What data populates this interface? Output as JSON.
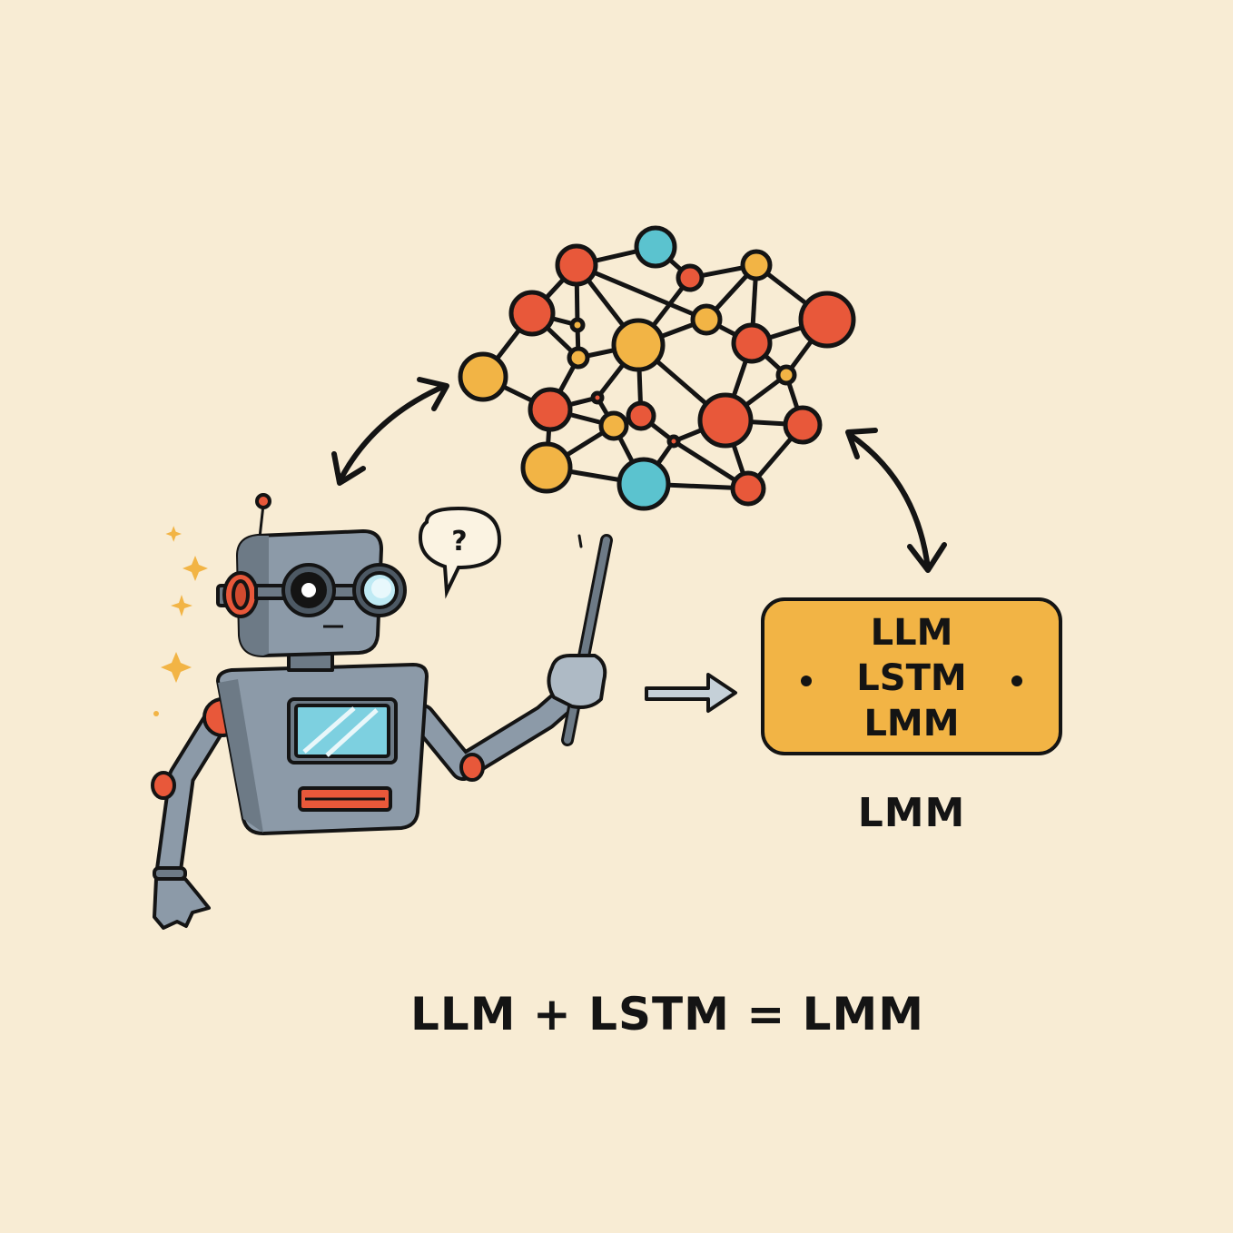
{
  "diagram": {
    "background_color": "#f8ecd4",
    "colors": {
      "node_red": "#e8583a",
      "node_yellow": "#f2b445",
      "node_teal": "#5bc3cf",
      "robot_gray": "#8c9aa8",
      "accent_orange": "#e8583a",
      "outline": "#141414",
      "box_fill": "#f2b445"
    },
    "speech_bubble": {
      "text": "?"
    },
    "model_box": {
      "lines": [
        "LLM",
        "LSTM",
        "LMM"
      ],
      "caption": "LMM"
    },
    "equation": "LLM + LSTM = LMM",
    "icons": {
      "robot": "robot-icon",
      "network": "neural-network-icon",
      "arrow_right": "arrow-right-icon",
      "double_arrow_left": "double-arrow-icon",
      "double_arrow_right": "double-arrow-icon",
      "sparkles": "sparkle-icon",
      "pointer": "pointer-stick-icon"
    }
  }
}
